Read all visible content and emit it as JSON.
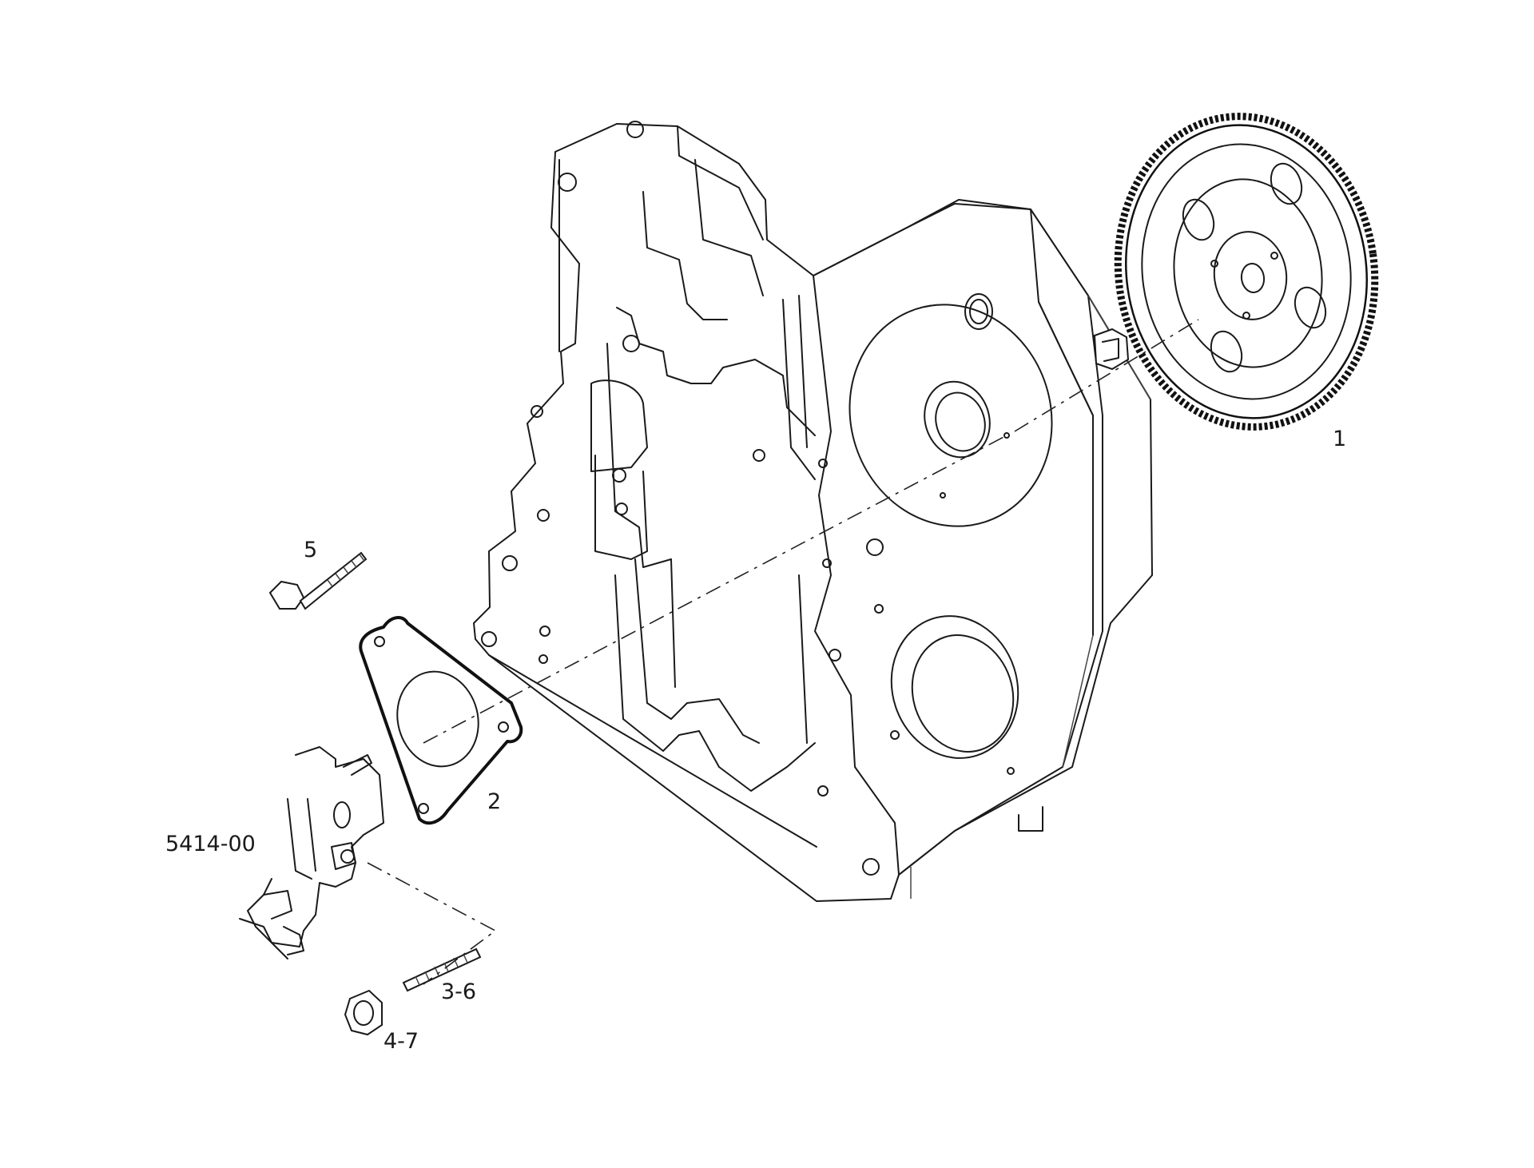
{
  "callouts": {
    "gear": "1",
    "gasket": "2",
    "stud": "3-6",
    "nut": "4-7",
    "bolt": "5",
    "pump_ref": "5414-00"
  },
  "colors": {
    "line": "#1a1a1a",
    "background": "#ffffff"
  }
}
